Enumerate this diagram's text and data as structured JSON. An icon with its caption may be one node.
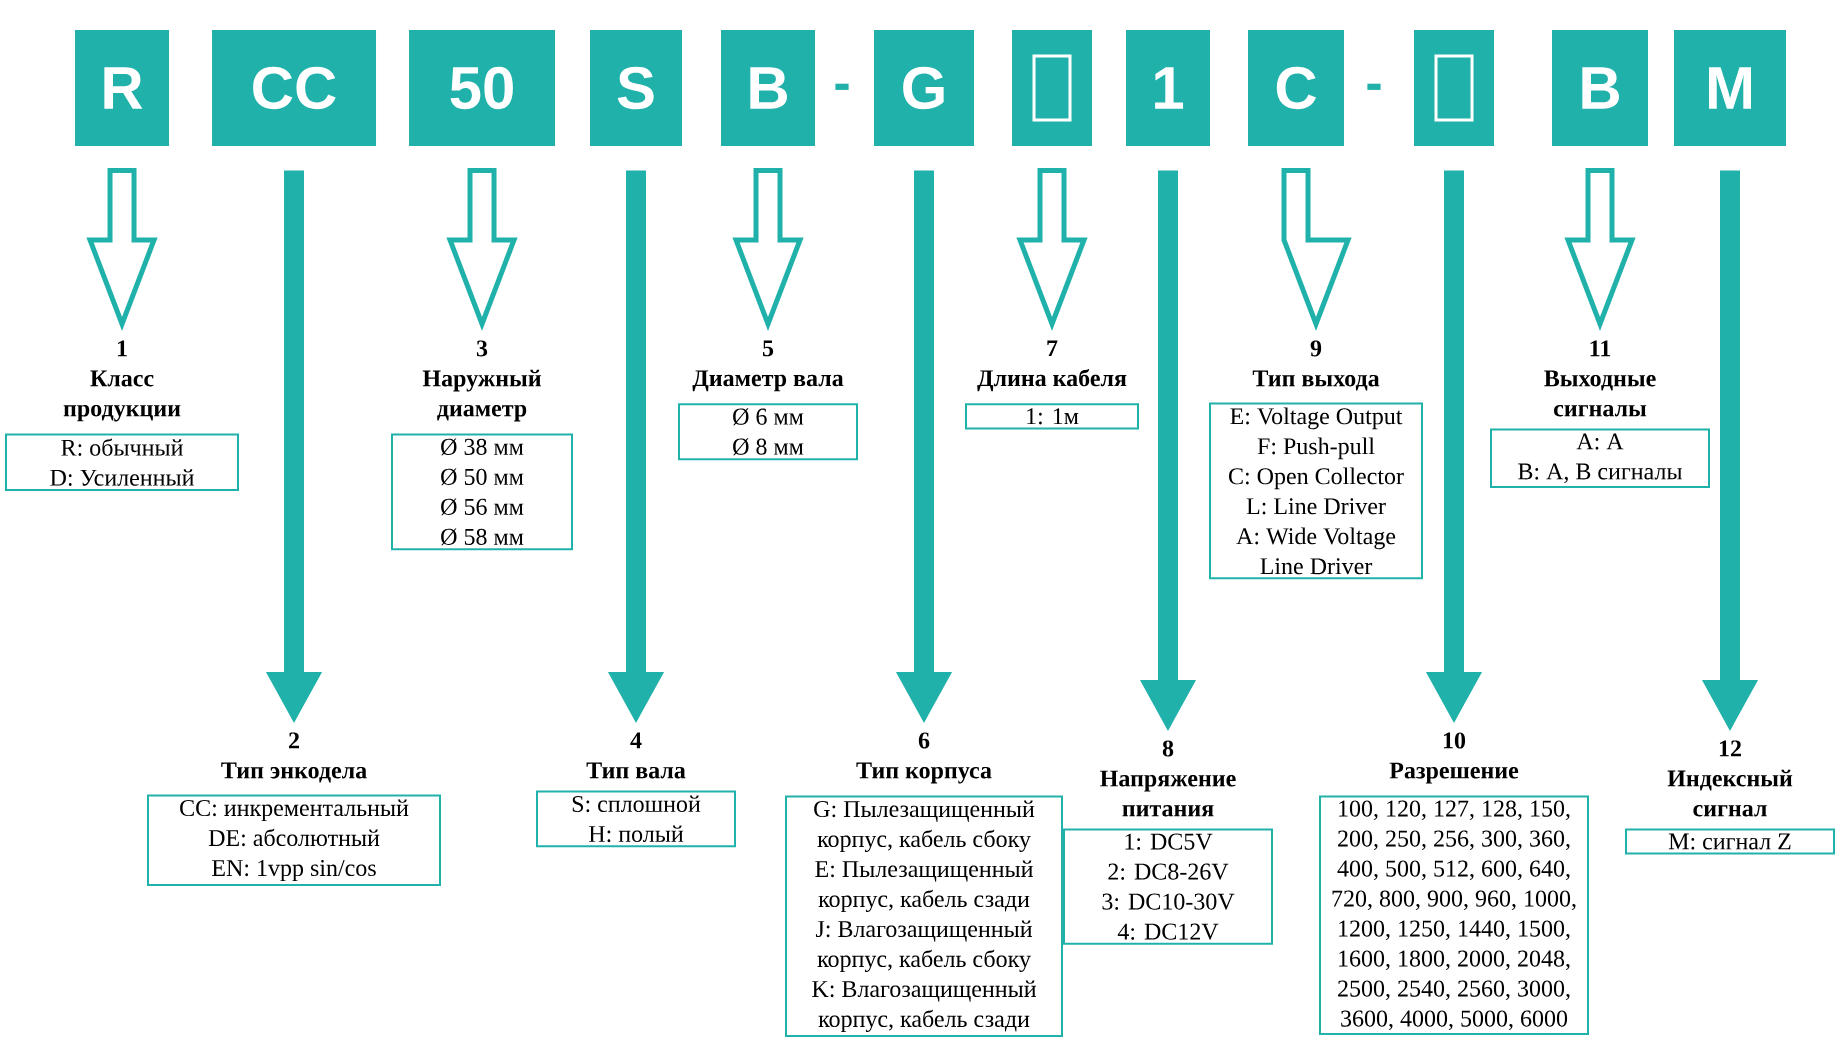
{
  "diagram": {
    "nodes": [
      {
        "text": [
          "R"
        ]
      },
      {
        "text": [
          "CC"
        ]
      },
      {
        "text": [
          "50"
        ]
      },
      {
        "text": [
          "S"
        ]
      },
      {
        "text": [
          "B"
        ]
      },
      {
        "text": [
          "G"
        ]
      },
      {
        "text": [],
        "shape": "box"
      },
      {
        "text": [
          "1"
        ]
      },
      {
        "text": [
          "C"
        ]
      },
      {
        "text": [],
        "shape": "box"
      },
      {
        "text": [
          "B"
        ]
      },
      {
        "text": [
          "M"
        ]
      },
      {
        "text": [
          "1",
          "Класс продукции",
          "R: обычный",
          "D: Усиленный"
        ]
      },
      {
        "text": [
          "2",
          "Тип энкодела",
          "CC: инкрементальный",
          "DE: абсолютный",
          "EN: 1vpp sin/cos"
        ]
      },
      {
        "text": [
          "3",
          "Наружный диаметр",
          "Ø 38 мм",
          "Ø 50 мм",
          "Ø 56 мм",
          "Ø 58 мм"
        ]
      },
      {
        "text": [
          "4",
          "Тип вала",
          "S: сплошной",
          "H: полый"
        ]
      },
      {
        "text": [
          "5",
          "Диаметр вала",
          "Ø 6 мм",
          "Ø 8 мм"
        ]
      },
      {
        "text": [
          "6",
          "Тип корпуса",
          "G: Пылезащищенный корпус, кабель сбоку",
          "E: Пылезащищенный корпус, кабель сзади",
          "J: Влагозащищенный корпус, кабель сбоку",
          "K: Влагозащищенный корпус, кабель сзади"
        ]
      },
      {
        "text": [
          "7",
          "Длина кабеля",
          "1: 1м"
        ]
      },
      {
        "text": [
          "8",
          "Напряжение питания",
          "1: DC5V",
          "2: DC8-26V",
          "3: DC10-30V",
          "4: DC12V"
        ]
      },
      {
        "text": [
          "9",
          "Тип выхода",
          "E: Voltage Output",
          "F: Push-pull",
          "C: Open Collector",
          "L: Line Driver",
          "A: Wide Voltage Line Driver"
        ]
      },
      {
        "text": [
          "10",
          "Разрешение",
          "100, 120, 127, 128, 150, 200, 250, 256, 300, 360, 400, 500, 512, 600, 640, 720, 800, 900, 960, 1000, 1200, 1250, 1440, 1500, 1600, 1800, 2000, 2048, 2500, 2540, 2560, 3000, 3600, 4000, 5000, 6000"
        ]
      },
      {
        "text": [
          "11",
          "Выходные сигналы",
          "A: A",
          "B: A, B сигналы"
        ]
      },
      {
        "text": [
          "12",
          "Индексный сигнал",
          "M: сигнал Z"
        ]
      }
    ],
    "edges": [
      {
        "from": 0,
        "to": 12,
        "arrow": "to"
      },
      {
        "from": 1,
        "to": 13,
        "arrow": "to"
      },
      {
        "from": 2,
        "to": 14,
        "arrow": "to"
      },
      {
        "from": 3,
        "to": 15,
        "arrow": "to"
      },
      {
        "from": 4,
        "to": 16,
        "arrow": "to"
      },
      {
        "from": 5,
        "to": 17,
        "arrow": "to"
      },
      {
        "from": 6,
        "to": 18,
        "arrow": "to"
      },
      {
        "from": 7,
        "to": 19,
        "arrow": "to"
      },
      {
        "from": 8,
        "to": 20,
        "arrow": "to"
      },
      {
        "from": 9,
        "to": 21,
        "arrow": "to"
      },
      {
        "from": 10,
        "to": 22,
        "arrow": "to"
      },
      {
        "from": 11,
        "to": 23,
        "arrow": "to"
      }
    ],
    "labels": [
      "-",
      "-"
    ]
  }
}
